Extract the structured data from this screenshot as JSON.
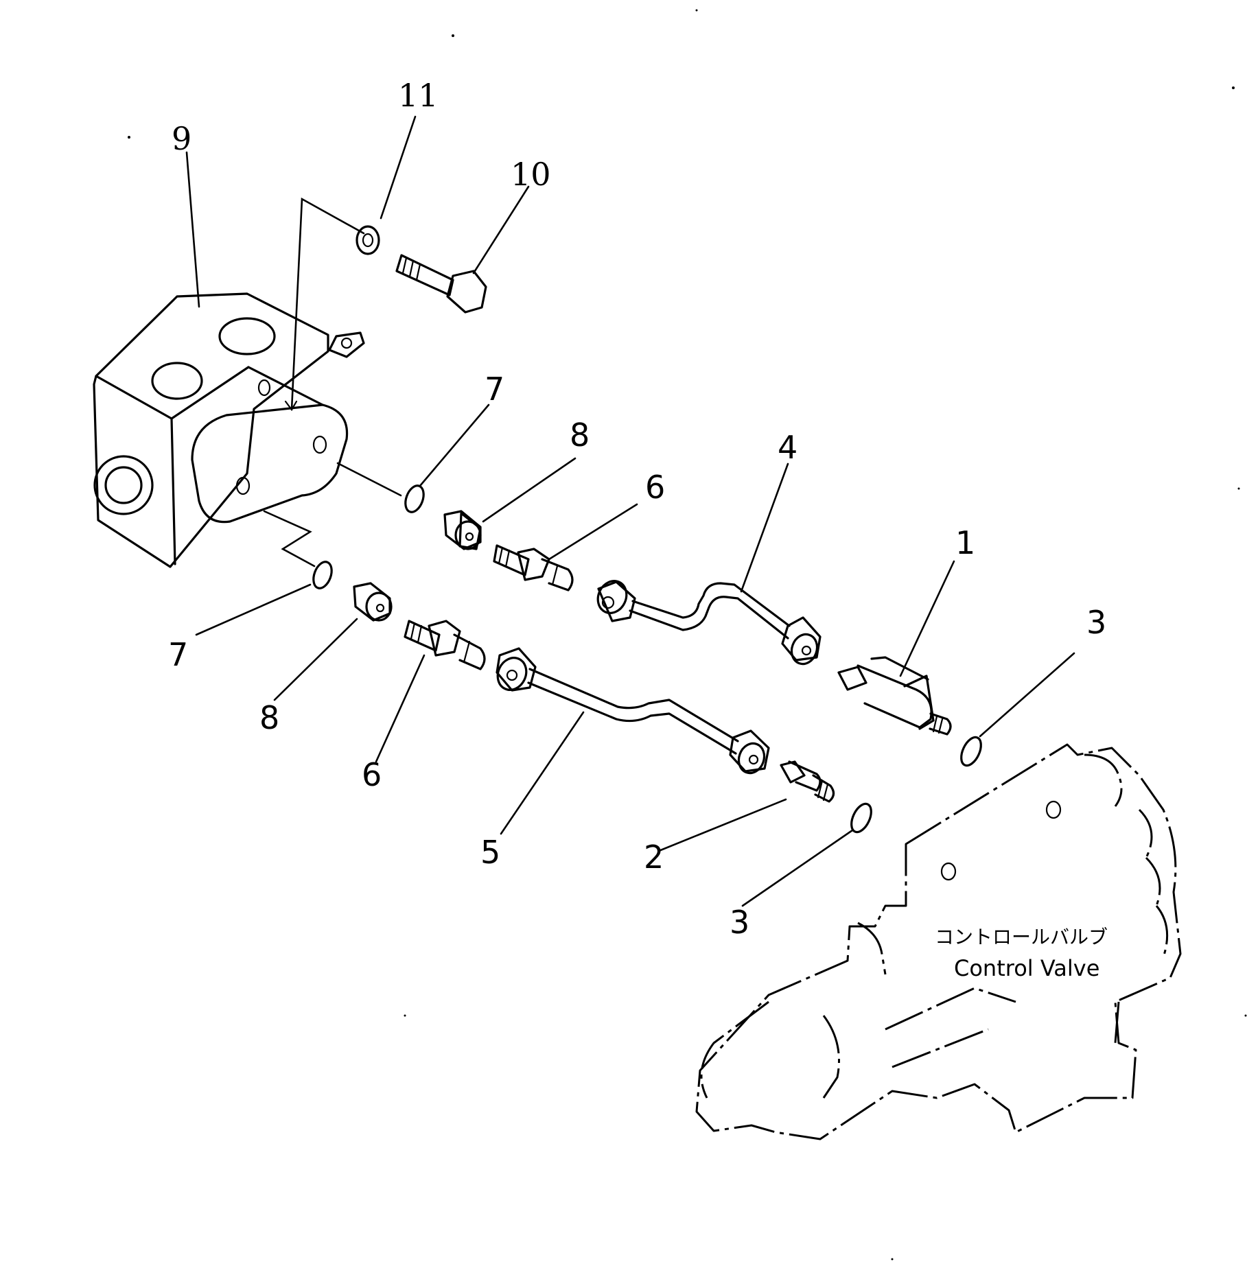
{
  "callouts": {
    "c1": "1",
    "c2": "2",
    "c3a": "3",
    "c3b": "3",
    "c4": "4",
    "c5": "5",
    "c6a": "6",
    "c6b": "6",
    "c7a": "7",
    "c7b": "7",
    "c8a": "8",
    "c8b": "8",
    "c9": "9",
    "c10": "10",
    "c11": "11"
  },
  "control_valve": {
    "label_jp": "コントロールバルブ",
    "label_en": "Control Valve"
  }
}
